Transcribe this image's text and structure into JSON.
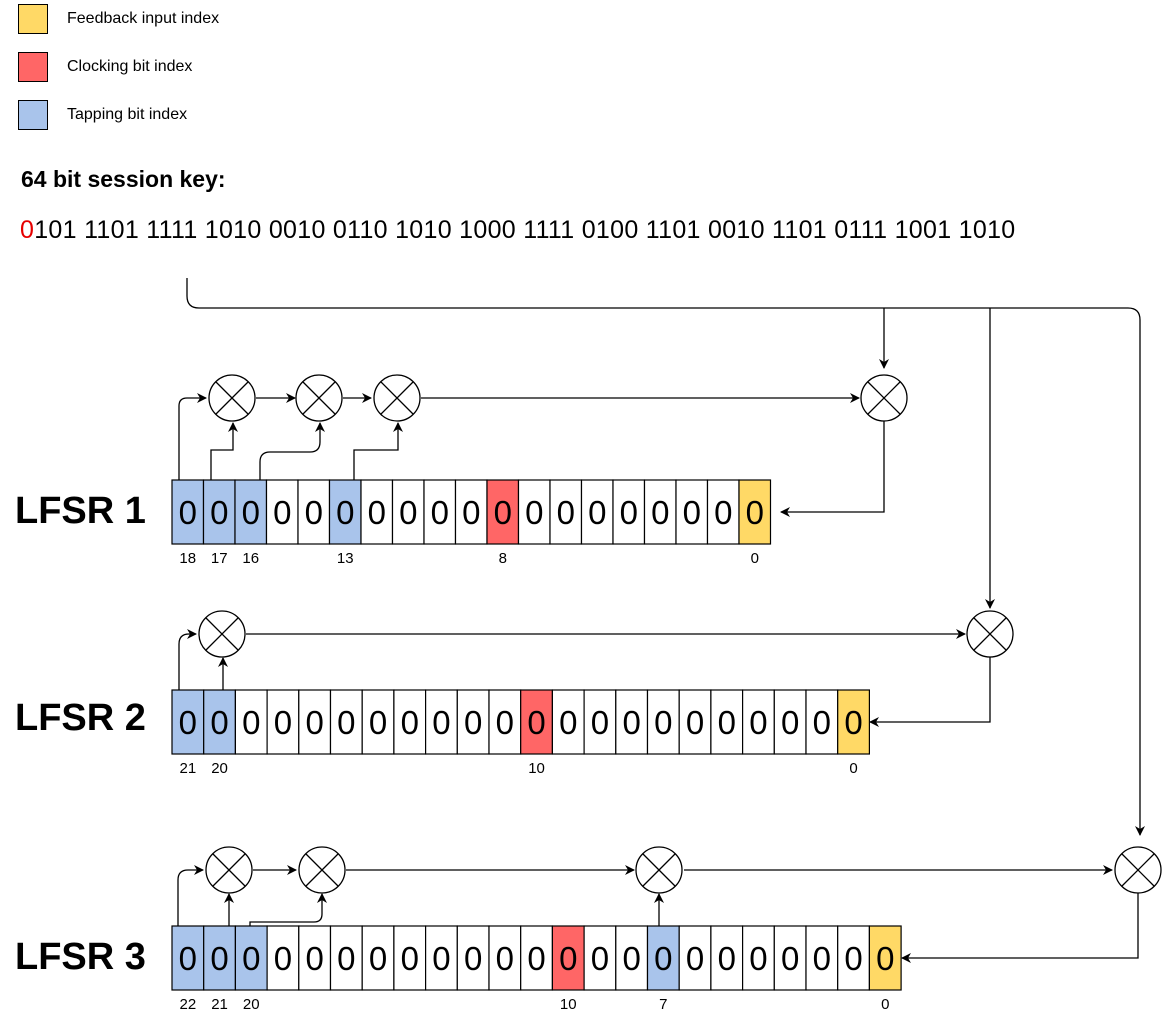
{
  "legend": [
    {
      "label": "Feedback input index",
      "color": "#FFD966"
    },
    {
      "label": "Clocking bit index",
      "color": "#FF6666"
    },
    {
      "label": "Tapping bit index",
      "color": "#A9C4EB"
    }
  ],
  "key": {
    "heading": "64 bit session key:",
    "first_bit": "0",
    "rest": "101 1101 1111 1010 0010 0110 1010 1000 1111 0100 1101 0010 1101 0111 1001 1010",
    "first_bit_color": "#E60000"
  },
  "colors": {
    "feedback": "#FFD966",
    "clocking": "#FF6666",
    "tapping": "#A9C4EB",
    "plain": "#FFFFFF"
  },
  "lfsrs": [
    {
      "label": "LFSR 1",
      "bits": [
        "0",
        "0",
        "0",
        "0",
        "0",
        "0",
        "0",
        "0",
        "0",
        "0",
        "0",
        "0",
        "0",
        "0",
        "0",
        "0",
        "0",
        "0",
        "0"
      ],
      "tapping": [
        18,
        17,
        16,
        13
      ],
      "clocking": [
        8
      ],
      "feedback": [
        0
      ],
      "index_labels": [
        "18",
        "17",
        "16",
        "13",
        "8",
        "0"
      ]
    },
    {
      "label": "LFSR 2",
      "bits": [
        "0",
        "0",
        "0",
        "0",
        "0",
        "0",
        "0",
        "0",
        "0",
        "0",
        "0",
        "0",
        "0",
        "0",
        "0",
        "0",
        "0",
        "0",
        "0",
        "0",
        "0",
        "0"
      ],
      "tapping": [
        21,
        20
      ],
      "clocking": [
        10
      ],
      "feedback": [
        0
      ],
      "index_labels": [
        "21",
        "20",
        "10",
        "0"
      ]
    },
    {
      "label": "LFSR 3",
      "bits": [
        "0",
        "0",
        "0",
        "0",
        "0",
        "0",
        "0",
        "0",
        "0",
        "0",
        "0",
        "0",
        "0",
        "0",
        "0",
        "0",
        "0",
        "0",
        "0",
        "0",
        "0",
        "0",
        "0"
      ],
      "tapping": [
        22,
        21,
        20,
        7
      ],
      "clocking": [
        10
      ],
      "feedback": [
        0
      ],
      "index_labels": [
        "22",
        "21",
        "20",
        "10",
        "7",
        "0"
      ]
    }
  ]
}
